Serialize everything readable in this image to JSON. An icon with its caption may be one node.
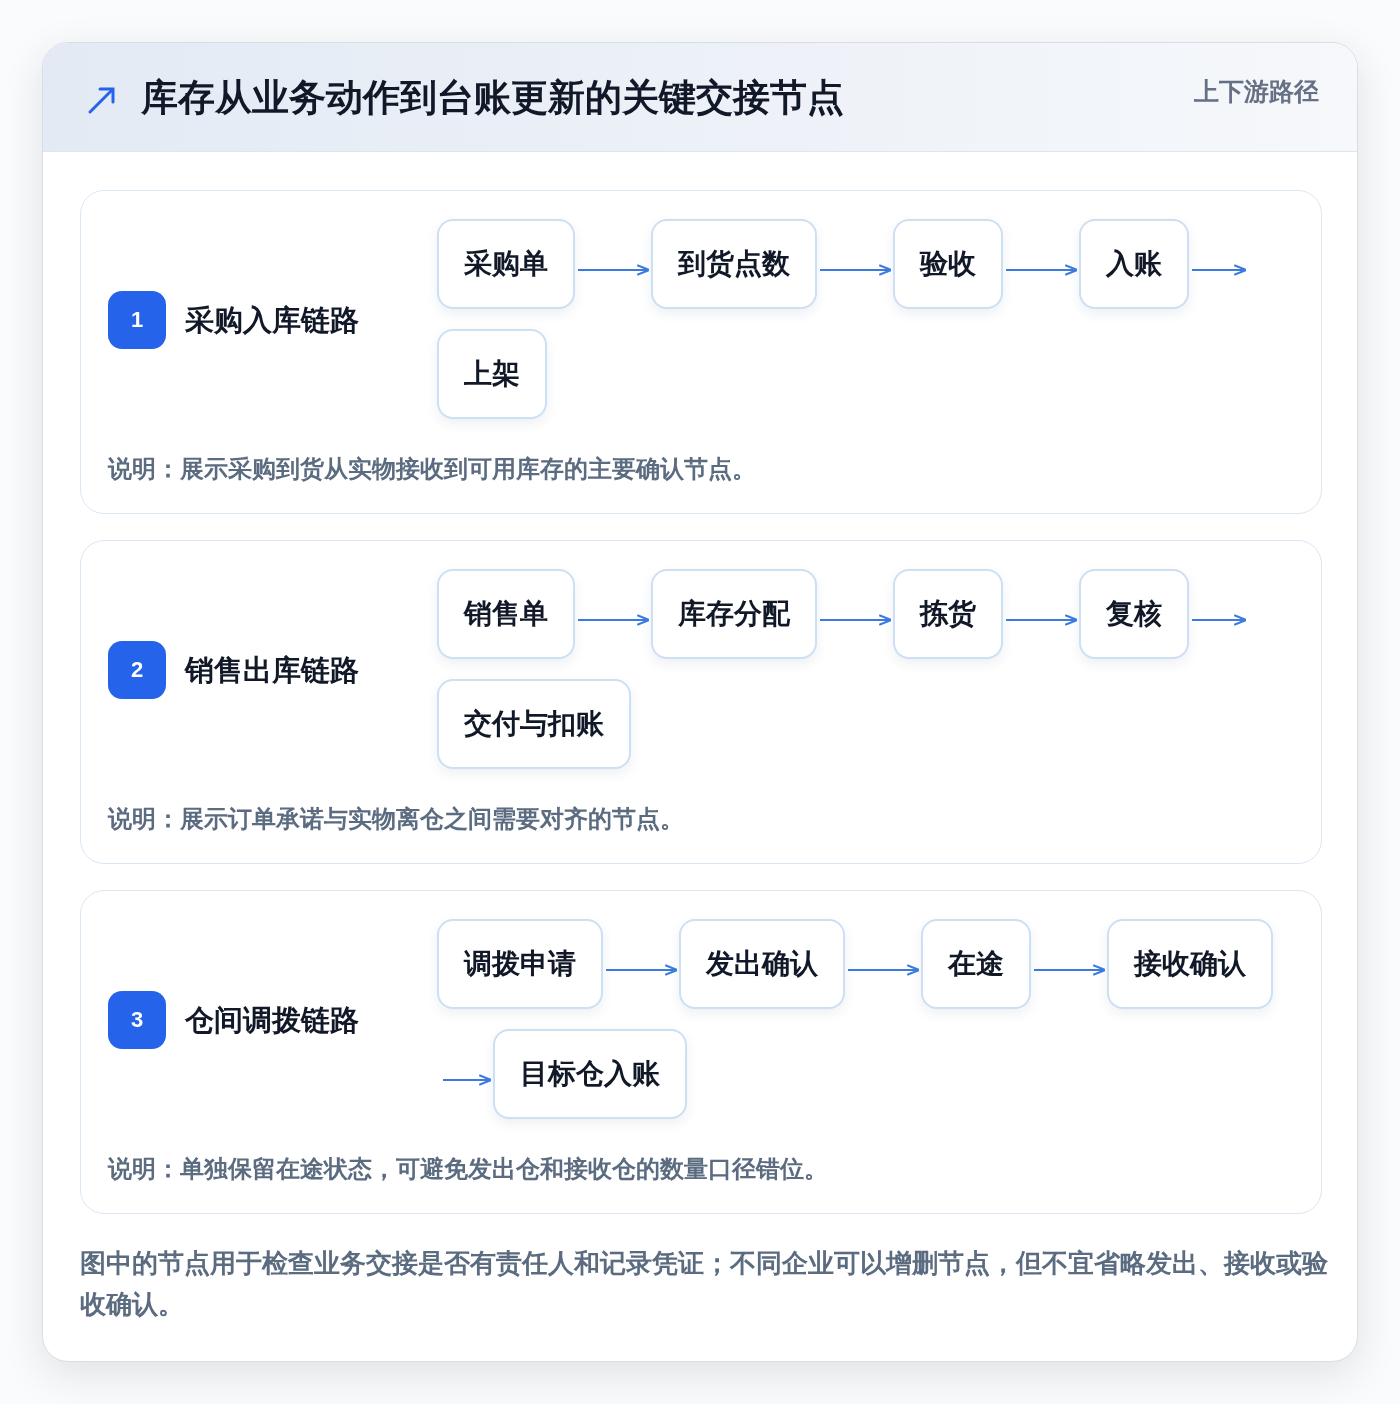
{
  "diagram": {
    "title": "库存从业务动作到台账更新的关键交接节点",
    "caption": "图中的节点用于检查业务交接是否有责任人和记录凭证；不同企业可以增删节点，但不宜省略发出、接收或验收确认。",
    "labels": [
      "上下游路径"
    ],
    "nodes": [
      {
        "text": [
          "采购入库链路",
          "说明：展示采购到货从实物接收到可用库存的主要确认节点。"
        ]
      },
      {
        "text": [
          "1"
        ],
        "in": 0
      },
      {
        "text": [
          "采购单"
        ],
        "in": 0
      },
      {
        "text": [
          "到货点数"
        ],
        "in": 0
      },
      {
        "text": [
          "验收"
        ],
        "in": 0
      },
      {
        "text": [
          "入账"
        ],
        "in": 0
      },
      {
        "text": [
          "上架"
        ],
        "in": 0
      },
      {
        "text": [
          "销售出库链路",
          "说明：展示订单承诺与实物离仓之间需要对齐的节点。"
        ]
      },
      {
        "text": [
          "2"
        ],
        "in": 7
      },
      {
        "text": [
          "销售单"
        ],
        "in": 7
      },
      {
        "text": [
          "库存分配"
        ],
        "in": 7
      },
      {
        "text": [
          "拣货"
        ],
        "in": 7
      },
      {
        "text": [
          "复核"
        ],
        "in": 7
      },
      {
        "text": [
          "交付与扣账"
        ],
        "in": 7
      },
      {
        "text": [
          "仓间调拨链路",
          "说明：单独保留在途状态，可避免发出仓和接收仓的数量口径错位。"
        ]
      },
      {
        "text": [
          "3"
        ],
        "in": 14
      },
      {
        "text": [
          "调拨申请"
        ],
        "in": 14
      },
      {
        "text": [
          "发出确认"
        ],
        "in": 14
      },
      {
        "text": [
          "在途"
        ],
        "in": 14
      },
      {
        "text": [
          "接收确认"
        ],
        "in": 14
      },
      {
        "text": [
          "目标仓入账"
        ],
        "in": 14
      }
    ],
    "edges": [
      {
        "from": 2,
        "to": 3,
        "arrow": "to"
      },
      {
        "from": 3,
        "to": 4,
        "arrow": "to"
      },
      {
        "from": 4,
        "to": 5,
        "arrow": "to"
      },
      {
        "from": 5,
        "to": null,
        "arrow": "to"
      },
      {
        "from": 9,
        "to": 10,
        "arrow": "to"
      },
      {
        "from": 10,
        "to": 11,
        "arrow": "to"
      },
      {
        "from": 11,
        "to": 12,
        "arrow": "to"
      },
      {
        "from": 12,
        "to": null,
        "arrow": "to"
      },
      {
        "from": 16,
        "to": 17,
        "arrow": "to"
      },
      {
        "from": 17,
        "to": 18,
        "arrow": "to"
      },
      {
        "from": 18,
        "to": 19,
        "arrow": "to"
      },
      {
        "from": null,
        "to": 20,
        "arrow": "to"
      }
    ]
  }
}
